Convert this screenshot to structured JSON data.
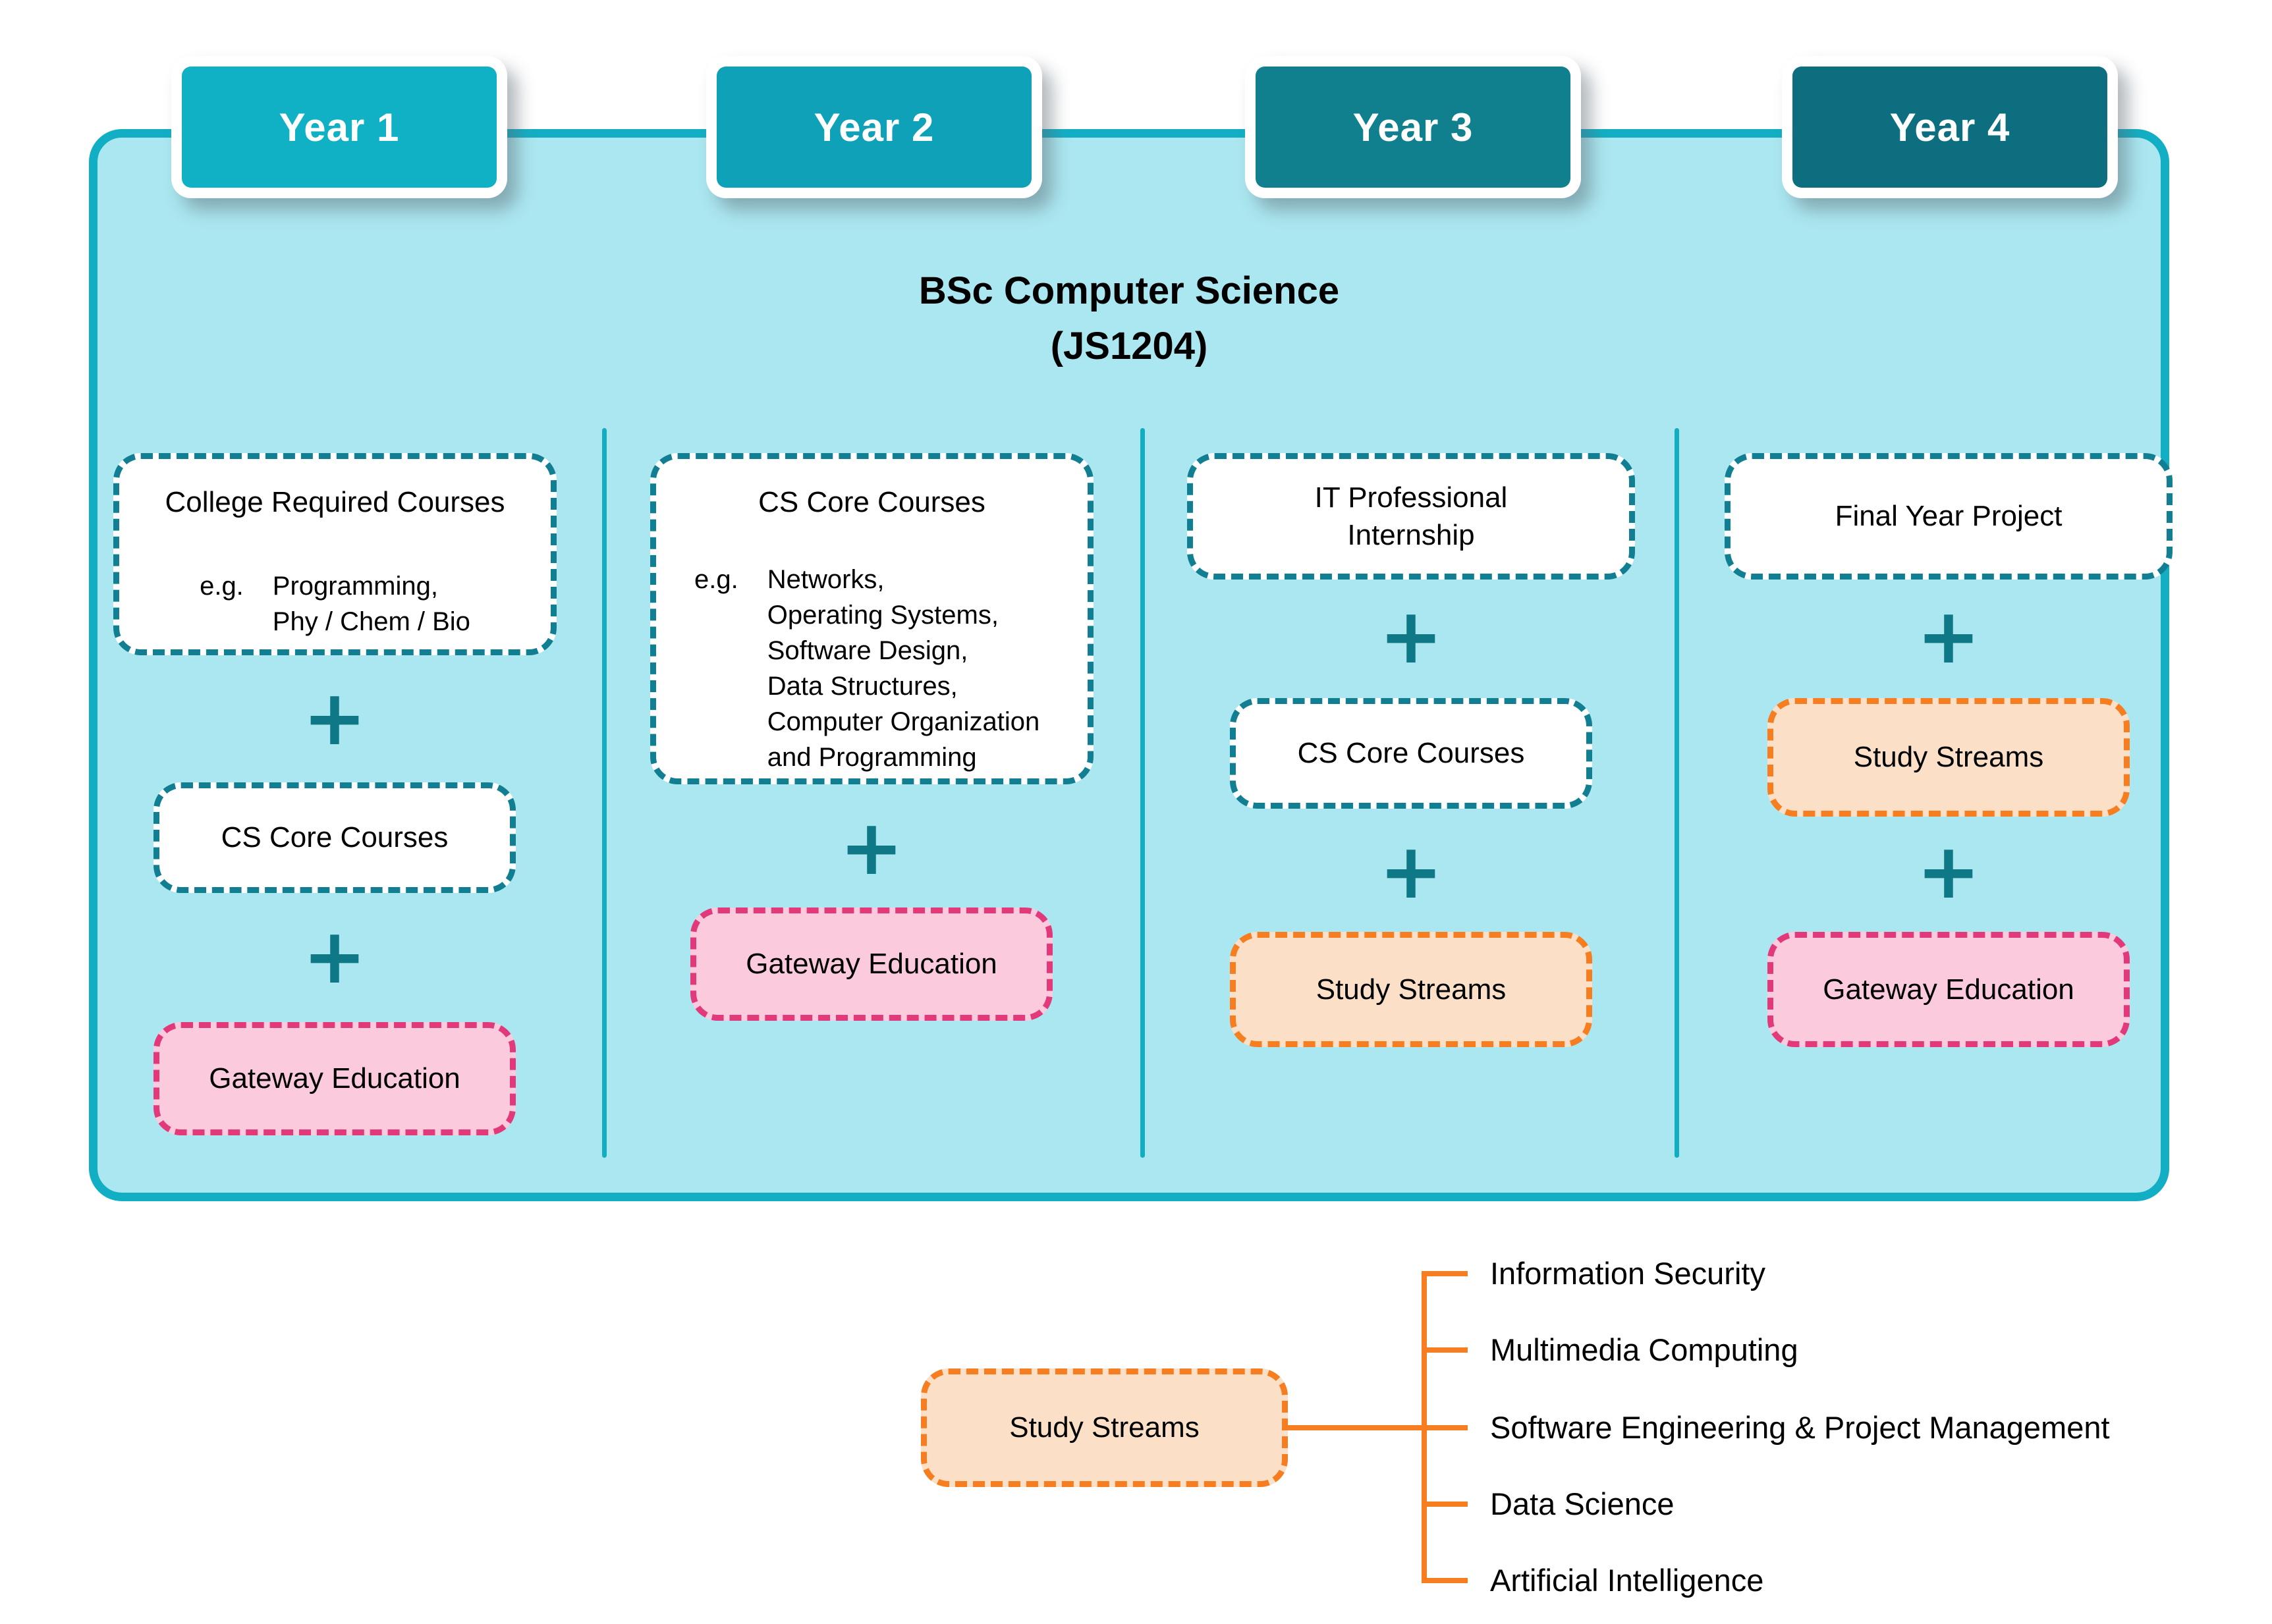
{
  "program": {
    "title_line1": "BSc Computer Science",
    "title_line2": "(JS1204)"
  },
  "years": [
    {
      "label": "Year 1",
      "color": "#10b0c5"
    },
    {
      "label": "Year 2",
      "color": "#0fa1b7"
    },
    {
      "label": "Year 3",
      "color": "#10808f"
    },
    {
      "label": "Year 4",
      "color": "#0c6e7e"
    }
  ],
  "plus_sign": "+",
  "columns": [
    {
      "year": "Year 1",
      "boxes": [
        {
          "title": "College Required Courses",
          "eg_label": "e.g.",
          "eg_lines": [
            "Programming,",
            "Phy / Chem / Bio"
          ],
          "variant": "teal"
        },
        {
          "title": "CS Core Courses",
          "variant": "teal"
        },
        {
          "title": "Gateway Education",
          "variant": "pink"
        }
      ]
    },
    {
      "year": "Year 2",
      "boxes": [
        {
          "title": "CS Core Courses",
          "eg_label": "e.g.",
          "eg_lines": [
            "Networks,",
            "Operating Systems,",
            "Software Design,",
            "Data Structures,",
            "Computer Organization",
            "and Programming"
          ],
          "variant": "teal"
        },
        {
          "title": "Gateway Education",
          "variant": "pink"
        }
      ]
    },
    {
      "year": "Year 3",
      "boxes": [
        {
          "title_lines": [
            "IT Professional",
            "Internship"
          ],
          "variant": "teal"
        },
        {
          "title": "CS Core Courses",
          "variant": "teal"
        },
        {
          "title": "Study Streams",
          "variant": "orange"
        }
      ]
    },
    {
      "year": "Year 4",
      "boxes": [
        {
          "title": "Final Year Project",
          "variant": "teal"
        },
        {
          "title": "Study Streams",
          "variant": "orange"
        },
        {
          "title": "Gateway Education",
          "variant": "pink"
        }
      ]
    }
  ],
  "study_streams": {
    "box_label": "Study Streams",
    "streams": [
      "Information Security",
      "Multimedia Computing",
      "Software Engineering & Project Management",
      "Data Science",
      "Artificial Intelligence"
    ]
  },
  "colors": {
    "container_fill": "#abe7f0",
    "container_border": "#12afc4",
    "separator": "#13adc2",
    "teal_dash_border": "#117e92",
    "pink_fill": "#fccadd",
    "pink_border": "#e2397b",
    "orange_fill": "#fcdfc7",
    "orange_border": "#f67e20",
    "plus": "#0e7887"
  }
}
